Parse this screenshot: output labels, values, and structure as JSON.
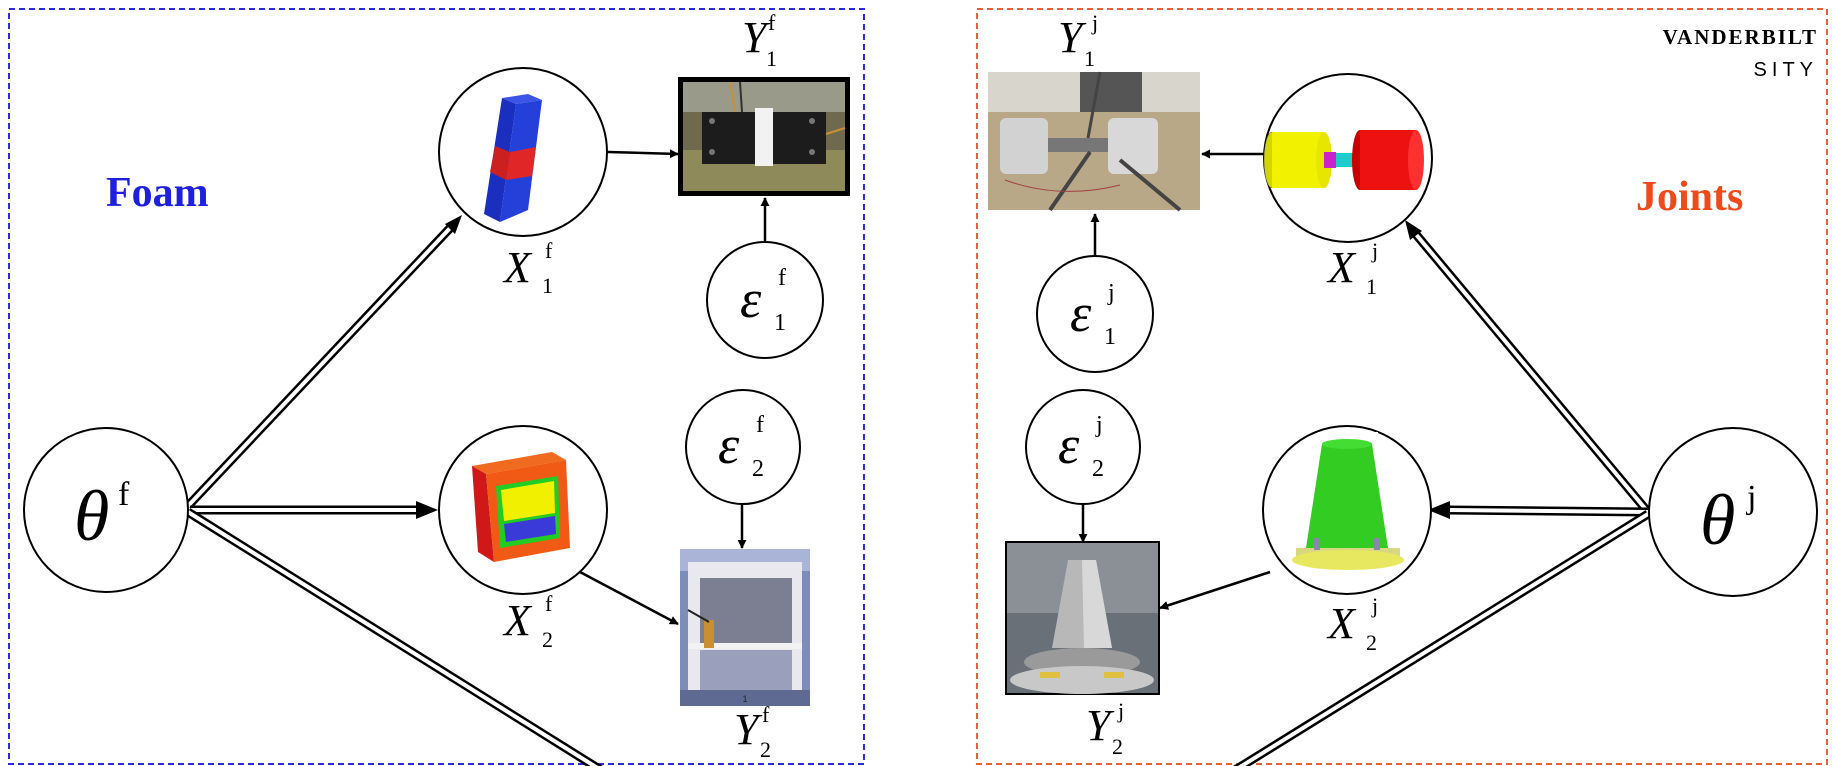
{
  "logo": {
    "line1": "VANDERBILT",
    "line2": "SITY"
  },
  "panels": {
    "foam": {
      "label": "Foam",
      "color": "#1f1fe0",
      "border": "#2a2ae0"
    },
    "joints": {
      "label": "Joints",
      "color": "#f04a1a",
      "border": "#e8603a"
    }
  },
  "symbols": {
    "theta_f": {
      "base": "θ",
      "sup": "f"
    },
    "theta_j": {
      "base": "θ",
      "sup": "j"
    },
    "x1f": {
      "base": "X",
      "sup": "f",
      "sub": "1"
    },
    "x2f": {
      "base": "X",
      "sup": "f",
      "sub": "2"
    },
    "y1f": {
      "base": "Y",
      "sup": "f",
      "sub": "1"
    },
    "y2f": {
      "base": "Y",
      "sup": "f",
      "sub": "2"
    },
    "e1f": {
      "base": "ε",
      "sup": "f",
      "sub": "1"
    },
    "e2f": {
      "base": "ε",
      "sup": "f",
      "sub": "2"
    },
    "x1j": {
      "base": "X",
      "sup": "j",
      "sub": "1"
    },
    "x2j": {
      "base": "X",
      "sup": "j",
      "sub": "2"
    },
    "y1j": {
      "base": "Y",
      "sup": "j",
      "sub": "1"
    },
    "y2j": {
      "base": "Y",
      "sup": "j",
      "sub": "2"
    },
    "e1j": {
      "base": "ε",
      "sup": "j",
      "sub": "1"
    },
    "e2j": {
      "base": "ε",
      "sup": "j",
      "sub": "2"
    }
  },
  "colors": {
    "foam_blue": "#1a33cc",
    "foam_red": "#cc1f1f",
    "foam_orange": "#f05a14",
    "foam_yellow": "#f0f000",
    "foam_green": "#22cc22",
    "joint_yellow": "#f2f200",
    "joint_red": "#ee1111",
    "joint_cyan": "#22cccc",
    "joint_magenta": "#cc22cc",
    "joint_green": "#33cc22"
  }
}
